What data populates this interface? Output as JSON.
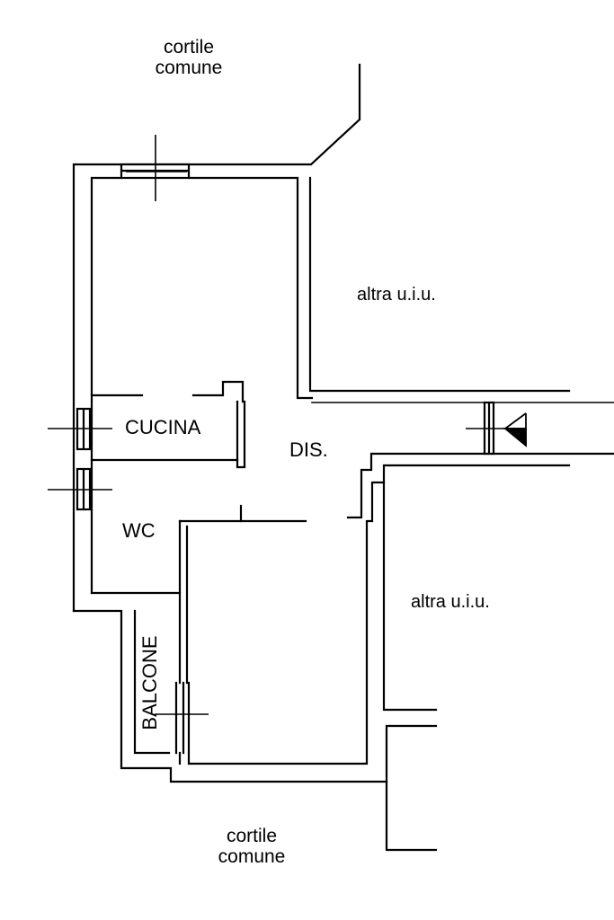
{
  "labels": {
    "top_courtyard": {
      "line1": "cortile",
      "line2": "comune"
    },
    "bottom_courtyard": {
      "line1": "cortile",
      "line2": "comune"
    },
    "unit_upper": "altra u.i.u.",
    "unit_lower": "altra u.i.u.",
    "kitchen": "CUCINA",
    "hallway": "DIS.",
    "bathroom": "WC",
    "balcony": "BALCONE"
  },
  "colors": {
    "line": "#000000",
    "background": "#ffffff"
  }
}
